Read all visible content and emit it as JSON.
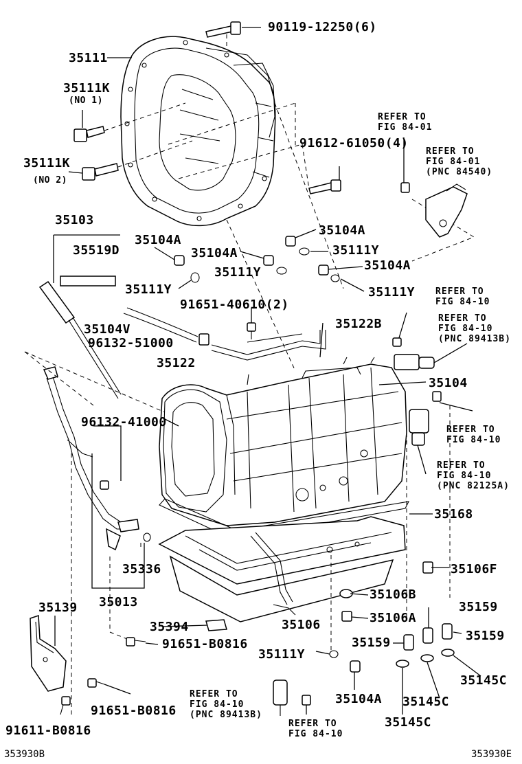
{
  "labels": {
    "p1": "90119-12250(6)",
    "p2": "35111",
    "p3": "35111K",
    "p3n": "(NO 1)",
    "p4": "35111K",
    "p4n": "(NO 2)",
    "p5": "91612-61050(4)",
    "p6": "35103",
    "p7": "35519D",
    "p8": "35104A",
    "p9": "35104A",
    "p10": "35104A",
    "p11": "35104A",
    "p12": "35111Y",
    "p13": "35111Y",
    "p14": "35111Y",
    "p15": "35111Y",
    "p16": "91651-40610(2)",
    "p17": "35104V",
    "p18": "96132-51000",
    "p19": "35122B",
    "p20": "35122",
    "p21": "35104",
    "p22": "96132-41000",
    "p23": "35168",
    "p24": "35336",
    "p25": "35106F",
    "p26": "35013",
    "p27": "35139",
    "p28": "35106B",
    "p29": "35106A",
    "p30": "35106",
    "p31": "35394",
    "p32": "91651-B0816",
    "p33": "35159",
    "p34": "35159",
    "p35": "35159",
    "p36": "35111Y",
    "p37": "35145C",
    "p38": "35104A",
    "p39": "35145C",
    "p40": "91651-B0816",
    "p41": "35145C",
    "p42": "91611-B0816"
  },
  "refs": {
    "r1": [
      "REFER TO",
      "FIG 84-01"
    ],
    "r2": [
      "REFER TO",
      "FIG 84-01",
      "(PNC 84540)"
    ],
    "r3": [
      "REFER TO",
      "FIG 84-10"
    ],
    "r4": [
      "REFER TO",
      "FIG 84-10",
      "(PNC 89413B)"
    ],
    "r5": [
      "REFER TO",
      "FIG 84-10"
    ],
    "r6": [
      "REFER TO",
      "FIG 84-10",
      "(PNC 82125A)"
    ],
    "r7": [
      "REFER TO",
      "FIG 84-10",
      "(PNC 89413B)"
    ],
    "r8": [
      "REFER TO",
      "FIG 84-10"
    ]
  },
  "codes": {
    "left": "353930B",
    "right": "353930E"
  }
}
